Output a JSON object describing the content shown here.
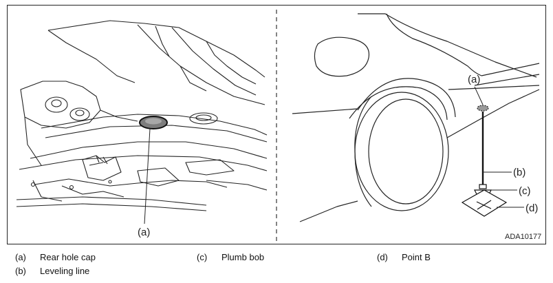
{
  "callouts": {
    "a": "(a)",
    "b": "(b)",
    "c": "(c)",
    "d": "(d)"
  },
  "figure_id": "ADA10177",
  "legend": [
    {
      "code": "(a)",
      "label": "Rear hole cap"
    },
    {
      "code": "(b)",
      "label": "Leveling line"
    },
    {
      "code": "(c)",
      "label": "Plumb bob"
    },
    {
      "code": "(d)",
      "label": "Point B"
    }
  ]
}
